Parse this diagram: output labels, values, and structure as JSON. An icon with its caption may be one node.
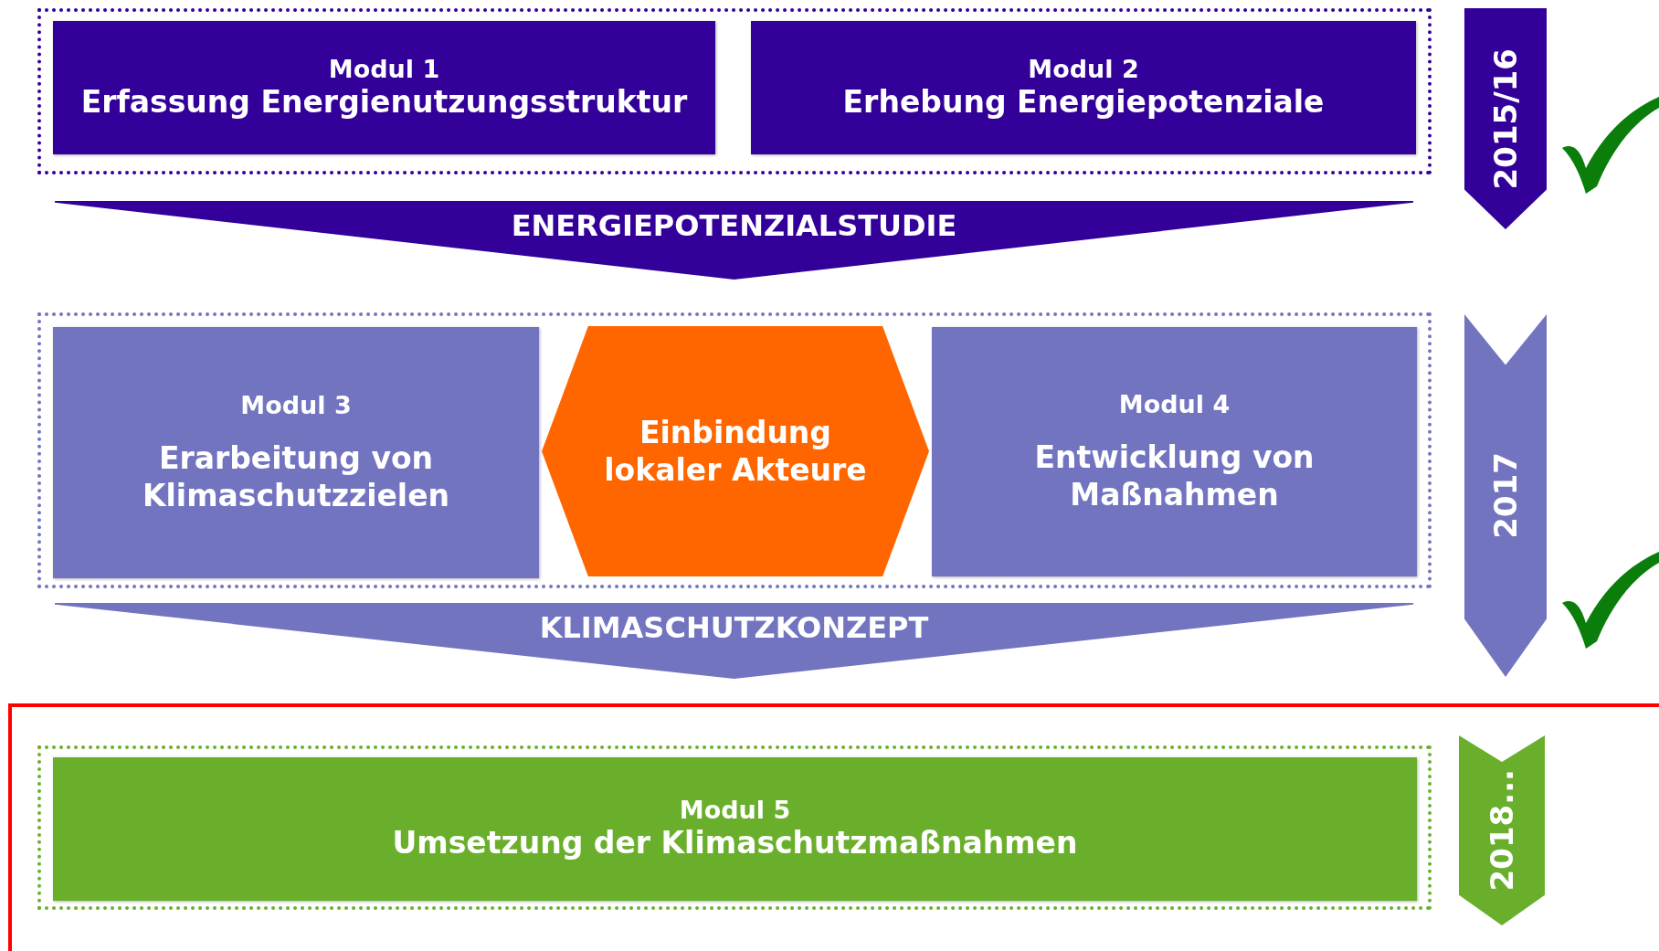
{
  "diagram": {
    "nodes": [
      {
        "text": [],
        "shape": "box"
      },
      {
        "text": [
          "Modul 1",
          "Erfassung Energienutzungsstruktur"
        ],
        "in": 0
      },
      {
        "text": [
          "Modul 2",
          "Erhebung Energiepotenziale"
        ],
        "in": 0
      },
      {
        "text": [
          "ENERGIEPOTENZIALSTUDIE"
        ]
      },
      {
        "text": [],
        "shape": "box"
      },
      {
        "text": [
          "Modul 3",
          "Erarbeitung von Klimaschutzzielen"
        ],
        "in": 4
      },
      {
        "text": [
          "Einbindung lokaler Akteure"
        ],
        "in": 4
      },
      {
        "text": [
          "Modul 4",
          "Entwicklung von Maßnahmen"
        ],
        "in": 4
      },
      {
        "text": [
          "KLIMASCHUTZKONZEPT"
        ]
      },
      {
        "text": [],
        "shape": "box"
      },
      {
        "text": [],
        "shape": "box",
        "in": 9
      },
      {
        "text": [
          "Modul 5",
          "Umsetzung der Klimaschutzmaßnahmen"
        ],
        "in": 10
      },
      {
        "text": [
          "2015/16"
        ]
      },
      {
        "text": [
          "2017"
        ]
      },
      {
        "text": [
          "2018..."
        ],
        "in": 9
      }
    ]
  }
}
